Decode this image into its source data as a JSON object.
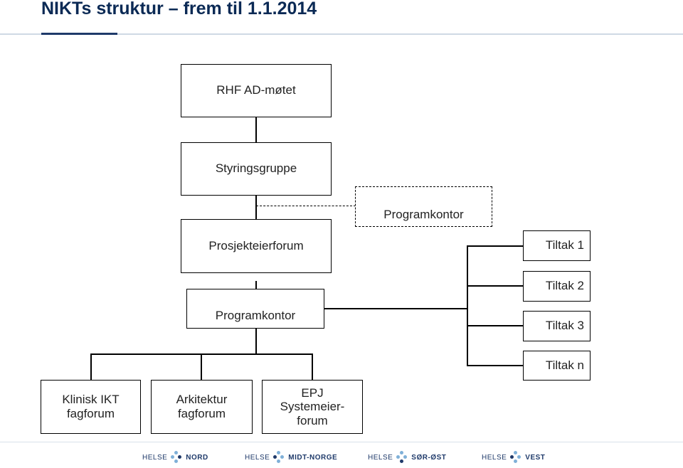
{
  "title": "NIKTs struktur – frem til 1.1.2014",
  "nodes": {
    "rhf": "RHF AD-møtet",
    "styringsgruppe": "Styringsgruppe",
    "programkontor_dashed": "Programkontor",
    "prosjekteierforum": "Prosjekteierforum",
    "programkontor": "Programkontor",
    "klinisk": "Klinisk IKT\nfagforum",
    "arkitektur": "Arkitektur\nfagforum",
    "epj": "EPJ\nSystemeier-\nforum",
    "tiltak_1": "Tiltak 1",
    "tiltak_2": "Tiltak 2",
    "tiltak_3": "Tiltak 3",
    "tiltak_n": "Tiltak n"
  },
  "footer": {
    "logos": [
      {
        "helse": "HELSE",
        "region": "NORD"
      },
      {
        "helse": "HELSE",
        "region": "MIDT-NORGE"
      },
      {
        "helse": "HELSE",
        "region": "SØR-ØST"
      },
      {
        "helse": "HELSE",
        "region": "VEST"
      }
    ],
    "colors": {
      "dot_light": "#7fb0d8",
      "dot_dark": "#1f3a6a",
      "text": "#1f3a6a"
    }
  },
  "colors": {
    "title": "#0b2a55",
    "accent_rule": "#1f3a6a",
    "light_rule": "#cfd9e4"
  }
}
